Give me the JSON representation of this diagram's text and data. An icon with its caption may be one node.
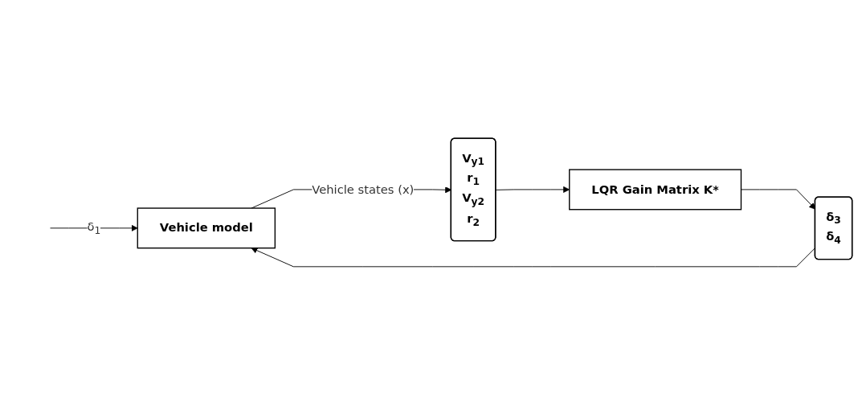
{
  "diagram": {
    "nodes": [
      {
        "text": [
          "Vehicle model"
        ]
      },
      {
        "text": [
          "V$_{y1}$",
          "r$_{1}$",
          "V$_{y2}$",
          "r$_{2}$"
        ]
      },
      {
        "text": [
          "LQR Gain Matrix K*"
        ]
      },
      {
        "text": [
          "δ$_{3}$",
          "δ$_{4}$"
        ]
      }
    ],
    "edges": [
      {
        "from": null,
        "to": 0,
        "arrow": "to",
        "label": "δ$_{1}$"
      },
      {
        "from": 0,
        "to": 1,
        "arrow": "to",
        "label": "Vehicle states (x)"
      },
      {
        "from": 1,
        "to": 2,
        "arrow": "to"
      },
      {
        "from": 2,
        "to": 3,
        "arrow": "to"
      },
      {
        "from": 3,
        "to": 0,
        "arrow": "to"
      }
    ]
  }
}
